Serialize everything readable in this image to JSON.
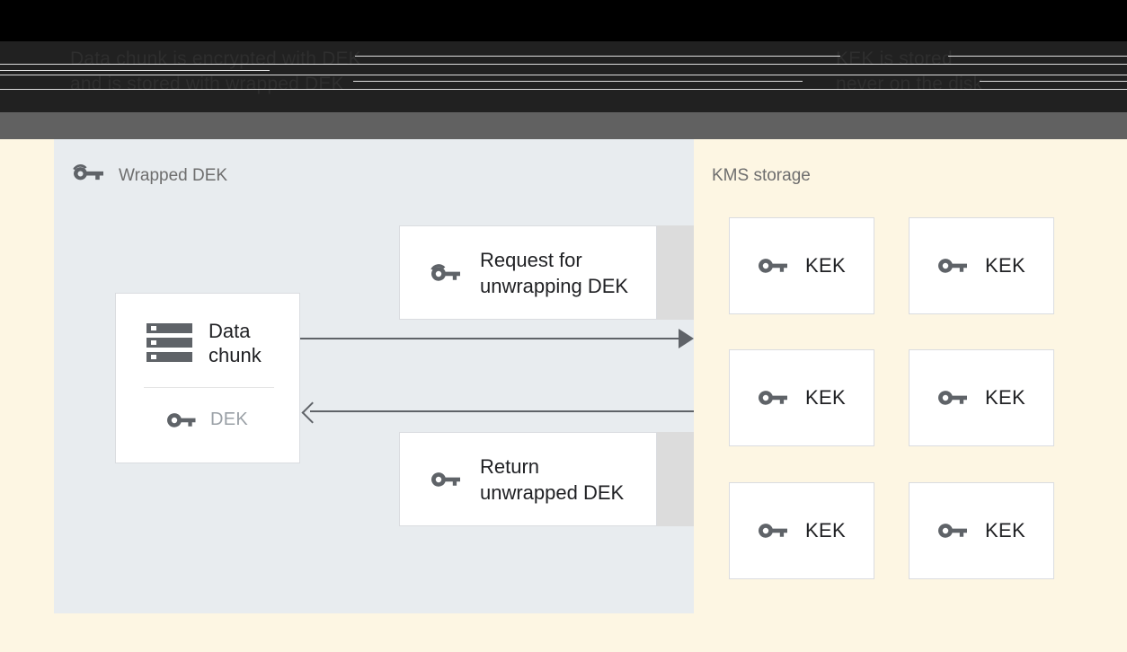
{
  "caption": {
    "left_text": "Data chunk is encrypted with DEK\nand is stored with wrapped DEK",
    "right_text": "KEK is stored\nnever on the disk"
  },
  "colors": {
    "caption_band": "#212121",
    "gray_bar": "#616161",
    "panel_left_bg": "#e8ecef",
    "panel_right_bg": "#fdf6e3",
    "card_bg": "#ffffff",
    "card_border": "#dadce0",
    "band_gray": "#dcdcdc",
    "icon_gray": "#5f6368",
    "text_primary": "#202124",
    "text_muted": "#6e6e6e",
    "text_faint": "#9aa0a6",
    "arrow": "#5f6368"
  },
  "panels": {
    "left": {
      "title": "Wrapped DEK",
      "title_icon": "wrapped-key-icon"
    },
    "right": {
      "title": "KMS storage"
    }
  },
  "data_chunk_card": {
    "icon": "storage-icon",
    "label": "Data\nchunk",
    "key_icon": "key-icon",
    "key_label": "DEK"
  },
  "messages": [
    {
      "id": "request",
      "icon": "wrapped-key-icon",
      "label": "Request for\nunwrapping DEK"
    },
    {
      "id": "return",
      "icon": "key-icon",
      "label": "Return\nunwrapped DEK"
    }
  ],
  "arrows": [
    {
      "id": "to-kms",
      "direction": "right",
      "head": "filled-triangle"
    },
    {
      "id": "from-kms",
      "direction": "left",
      "head": "open-chevron"
    }
  ],
  "kek_grid": {
    "rows": 3,
    "cols": 2,
    "items": [
      {
        "icon": "key-icon",
        "label": "KEK"
      },
      {
        "icon": "key-icon",
        "label": "KEK"
      },
      {
        "icon": "key-icon",
        "label": "KEK"
      },
      {
        "icon": "key-icon",
        "label": "KEK"
      },
      {
        "icon": "key-icon",
        "label": "KEK"
      },
      {
        "icon": "key-icon",
        "label": "KEK"
      }
    ]
  }
}
